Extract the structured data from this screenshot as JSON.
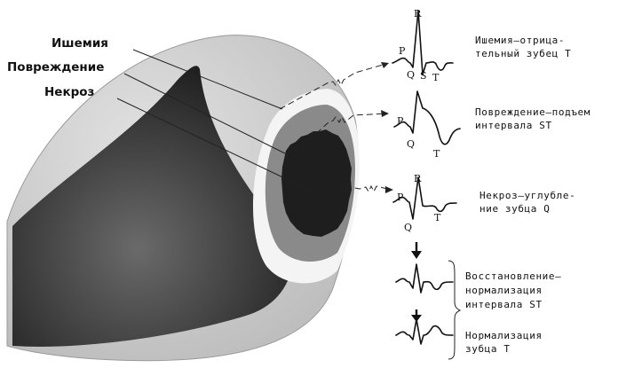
{
  "zones": {
    "ischemia": "Ишемия",
    "injury": "Повреждение",
    "necrosis": "Некроз"
  },
  "waves": {
    "ischemia": [
      "R",
      "P",
      "Q",
      "S",
      "T"
    ],
    "injury": [
      "P",
      "Q",
      "T"
    ],
    "necrosis": [
      "R",
      "P",
      "Q",
      "T"
    ]
  },
  "descriptions": {
    "ischemia": [
      "Ишемия—отрица-",
      "тельный зубец Т"
    ],
    "injury": [
      "Повреждение—подъем",
      "интервала ST"
    ],
    "necrosis": [
      "Некроз—углубле-",
      "ние зубца Q"
    ],
    "recovery": [
      "Восстановление—",
      "нормализация",
      "интервала ST"
    ],
    "normalization": [
      "Нормализация",
      "зубца Т"
    ]
  },
  "colors": {
    "outer_wall": "#cfcfcf",
    "inner_cavity": "#444444",
    "ischemia_zone": "#f4f4f4",
    "injury_zone": "#8a8a8a",
    "necrosis_zone": "#1e1e1e",
    "ink": "#111111"
  }
}
